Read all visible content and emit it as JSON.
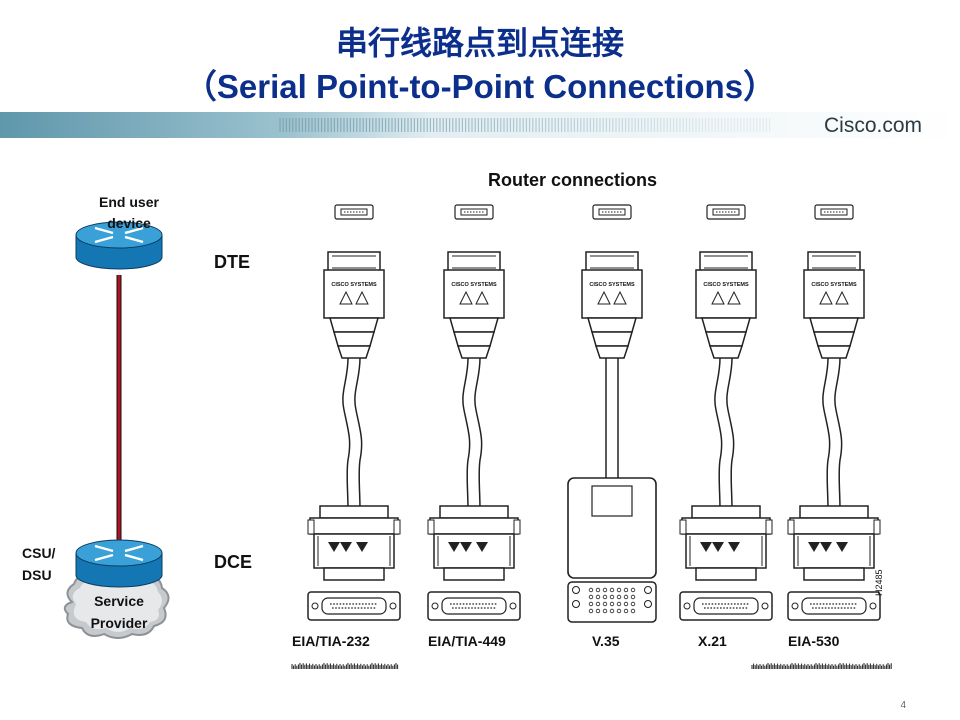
{
  "title_cn": "串行线路点到点连接",
  "title_en_open": "（",
  "title_en": "Serial Point-to-Point Connections",
  "title_en_close": "）",
  "logo_text": "Cisco.com",
  "end_user_label_line1": "End user",
  "end_user_label_line2": "device",
  "csu_label_line1": "CSU/",
  "csu_label_line2": "DSU",
  "cloud_label_line1": "Service",
  "cloud_label_line2": "Provider",
  "dte_label": "DTE",
  "dce_label": "DCE",
  "router_connections_label": "Router connections",
  "cable_brand": "CISCO SYSTEMS",
  "figure_code": "H2485",
  "connectors": [
    "EIA/TIA-232",
    "EIA/TIA-449",
    "V.35",
    "X.21",
    "EIA-530"
  ],
  "page_number": "4",
  "colors": {
    "title": "#0b2f8a",
    "router_blue": "#1b86c6",
    "link_red": "#b0131f",
    "banner_teal": "#6aa3b5"
  }
}
